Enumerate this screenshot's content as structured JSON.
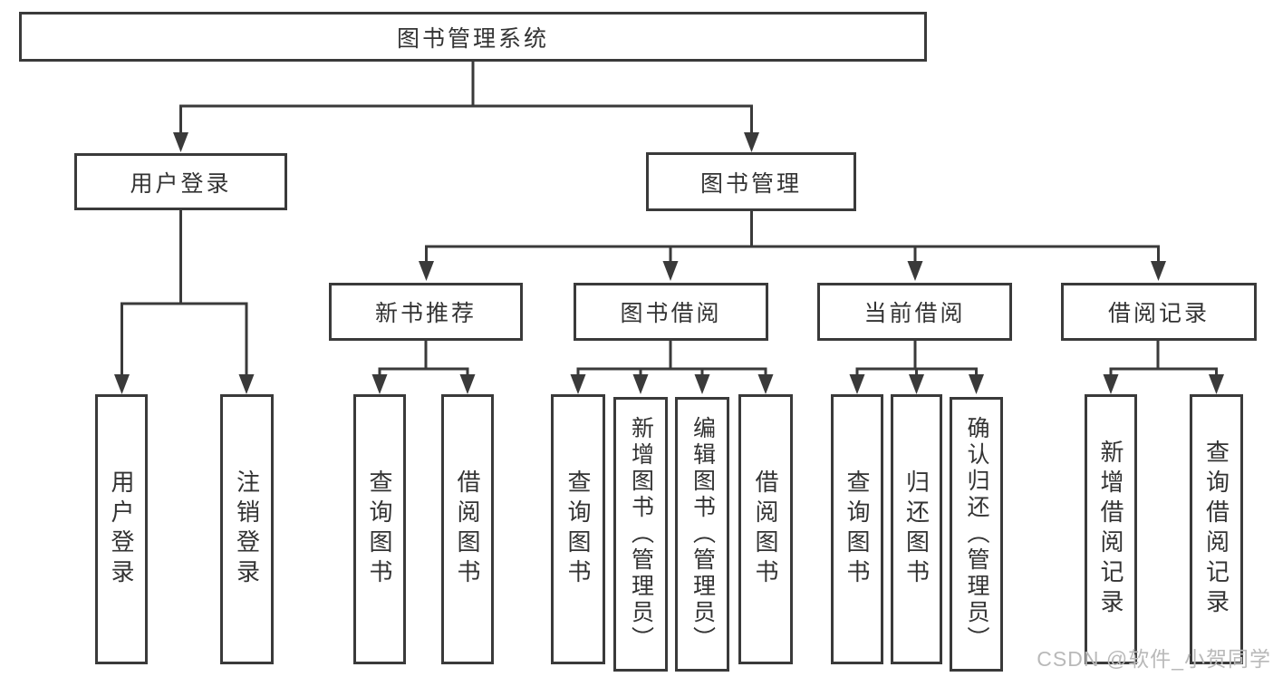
{
  "nodes": {
    "root": "图书管理系统",
    "user_login": "用户登录",
    "book_mgmt": "图书管理",
    "new_book_rec": "新书推荐",
    "book_borrow": "图书借阅",
    "current_borrow": "当前借阅",
    "borrow_records": "借阅记录",
    "leaf_user_login": "用户登录",
    "leaf_logout": "注销登录",
    "rec_query_books": "查询图书",
    "rec_borrow_books": "借阅图书",
    "bb_query_books": "查询图书",
    "bb_add_books": "新增图书（管理员）",
    "bb_edit_books": "编辑图书（管理员）",
    "bb_borrow_books": "借阅图书",
    "cb_query_books": "查询图书",
    "cb_return_books": "归还图书",
    "cb_confirm_return": "确认归还（管理员）",
    "br_add_record": "新增借阅记录",
    "br_query_record": "查询借阅记录"
  },
  "structure": [
    {
      "parent": "root",
      "children": [
        "user_login",
        "book_mgmt"
      ]
    },
    {
      "parent": "user_login",
      "children": [
        "leaf_user_login",
        "leaf_logout"
      ]
    },
    {
      "parent": "book_mgmt",
      "children": [
        "new_book_rec",
        "book_borrow",
        "current_borrow",
        "borrow_records"
      ]
    },
    {
      "parent": "new_book_rec",
      "children": [
        "rec_query_books",
        "rec_borrow_books"
      ]
    },
    {
      "parent": "book_borrow",
      "children": [
        "bb_query_books",
        "bb_add_books",
        "bb_edit_books",
        "bb_borrow_books"
      ]
    },
    {
      "parent": "current_borrow",
      "children": [
        "cb_query_books",
        "cb_return_books",
        "cb_confirm_return"
      ]
    },
    {
      "parent": "borrow_records",
      "children": [
        "br_add_record",
        "br_query_record"
      ]
    }
  ],
  "watermark": "CSDN @软件_小贺同学",
  "colors": {
    "line": "#3a3a3a",
    "text": "#333333",
    "background": "#ffffff",
    "watermark": "#b9b9b9"
  }
}
